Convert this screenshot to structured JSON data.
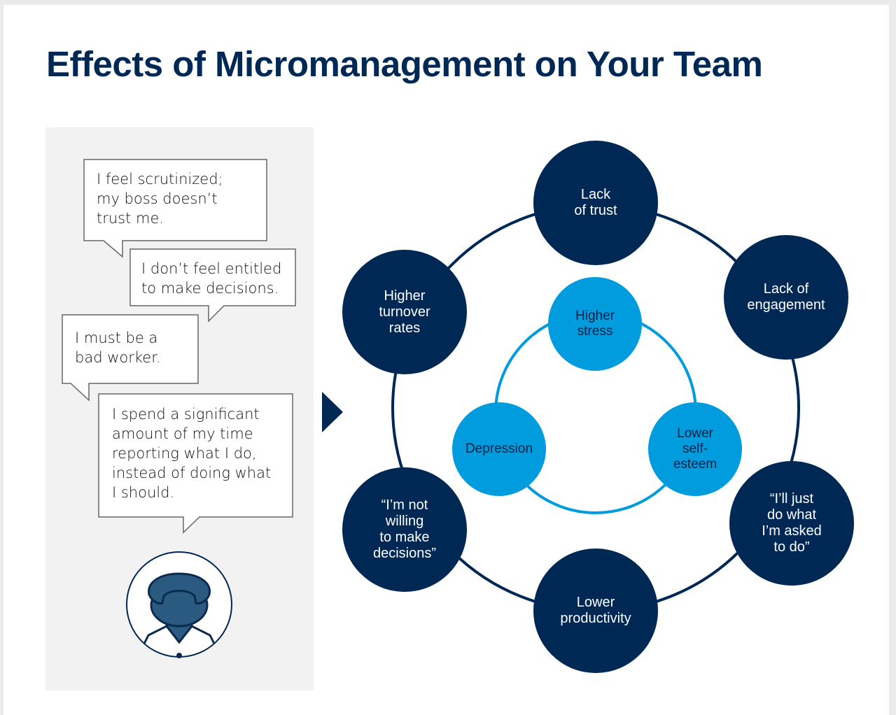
{
  "title": "Effects of Micromanagement on Your Team",
  "colors": {
    "navy": "#002855",
    "light_blue": "#009cde",
    "panel": "#f2f2f2"
  },
  "quotes": [
    "I feel scrutinized;\nmy boss doesn’t\ntrust me.",
    "I don’t feel entitled\nto make decisions.",
    "I must be a\nbad worker.",
    "I spend a significant\namount of my time\nreporting what I do,\ninstead of doing what\nI should."
  ],
  "outer_effects": [
    "Lack\nof trust",
    "Lack of\nengagement",
    "“I’ll just\ndo what\nI’m asked\nto do”",
    "Lower\nproductivity",
    "“I’m not\nwilling\nto make\ndecisions”",
    "Higher\nturnover\nrates"
  ],
  "inner_effects": [
    "Higher\nstress",
    "Depression",
    "Lower\nself-\nesteem"
  ],
  "icons": {
    "avatar": "person-avatar-icon",
    "arrow": "arrow-right-icon"
  }
}
